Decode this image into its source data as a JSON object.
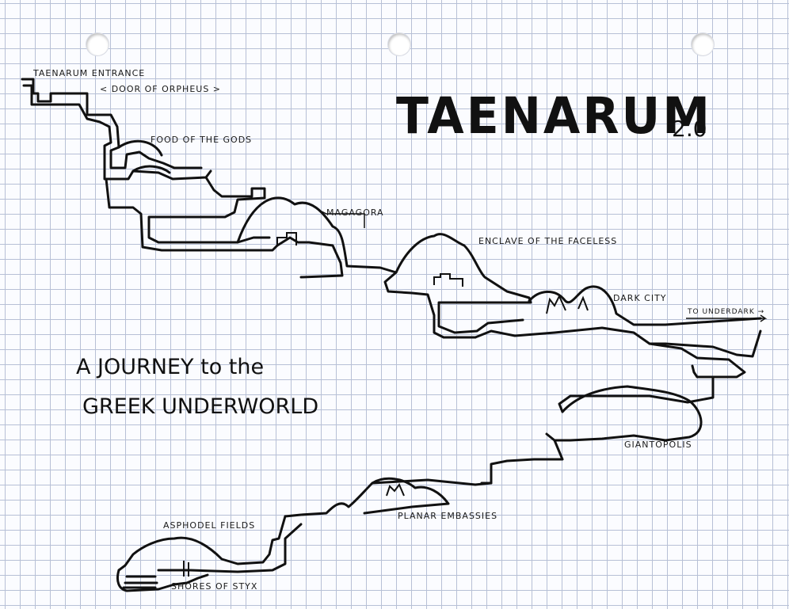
{
  "title": "TAENARUM",
  "version": "2.0",
  "subtitle": {
    "line1": "A JOURNEY to the",
    "line2": "GREEK UNDERWORLD"
  },
  "locations": {
    "entrance": "Taenarum Entrance",
    "entrance_note": "< Door of Orpheus >",
    "food": "Food of the Gods",
    "magagora": "Magagora",
    "enclave": "Enclave of the Faceless",
    "dark_city": "Dark City",
    "underdark": "To Underdark →",
    "giantopolis": "Giantopolis",
    "planar": "Planar Embassies",
    "asphodel": "Asphodel Fields",
    "styx": "Shores of Styx"
  },
  "colors": {
    "ink": "#111111",
    "grid": "#b7c0d6",
    "paper": "#fbfcff"
  }
}
